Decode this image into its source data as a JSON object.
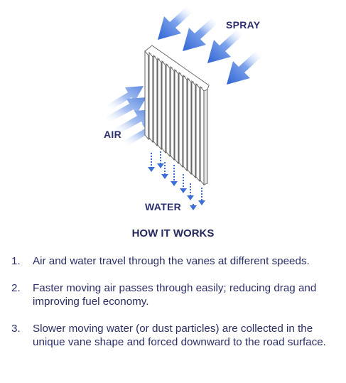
{
  "diagram": {
    "labels": {
      "spray": "SPRAY",
      "air": "AIR",
      "water": "WATER"
    },
    "colors": {
      "arrow": "#3b6fd6",
      "text": "#2c2f6e",
      "vane": "#f4f4f4",
      "vane_stroke": "#555555"
    },
    "icons": [
      "spray-arrow-icon",
      "air-arrow-icon",
      "water-drop-arrow-icon",
      "vane-panel"
    ]
  },
  "how": {
    "title": "HOW IT WORKS",
    "steps": [
      {
        "number": "1.",
        "text": "Air and water travel through the vanes at different speeds."
      },
      {
        "number": "2.",
        "text": "Faster moving air passes through easily; reducing drag and improving fuel economy."
      },
      {
        "number": "3.",
        "text": "Slower moving water (or dust particles) are collected in the unique vane shape and forced downward to the road surface."
      }
    ]
  }
}
